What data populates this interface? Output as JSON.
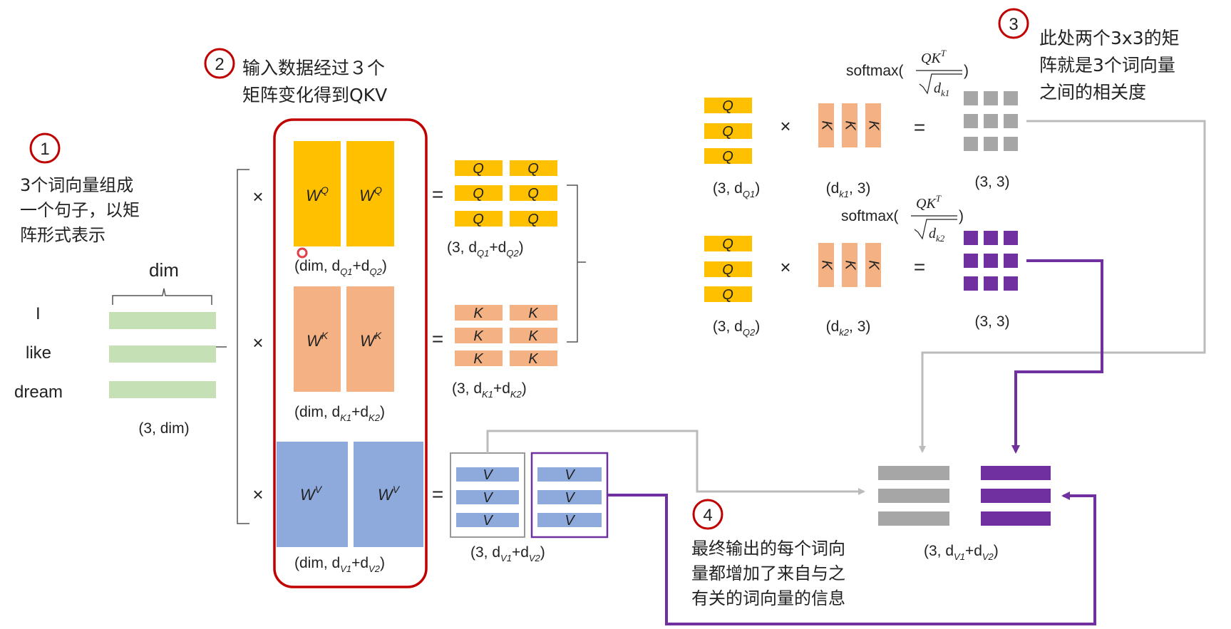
{
  "steps": {
    "s1": {
      "num": "1",
      "lines": [
        "3个词向量组成",
        "一个句子，以矩",
        "阵形式表示"
      ]
    },
    "s2": {
      "num": "2",
      "lines": [
        "输入数据经过３个",
        "矩阵变化得到QKV"
      ]
    },
    "s3": {
      "num": "3",
      "lines": [
        "此处两个3x3的矩",
        "阵就是3个词向量",
        "之间的相关度"
      ]
    },
    "s4": {
      "num": "4",
      "lines": [
        "最终输出的每个词向",
        "量都增加了来自与之",
        "有关的词向量的信息"
      ]
    }
  },
  "input": {
    "dim_label": "dim",
    "words": [
      "I",
      "like",
      "dream"
    ],
    "shape": "(3, dim)"
  },
  "weights": {
    "q": {
      "label": "W",
      "sup": "Q",
      "shape_prefix": "(dim, d",
      "s1": "Q1",
      "mid": "+d",
      "s2": "Q2",
      "end": ")"
    },
    "k": {
      "label": "W",
      "sup": "K",
      "shape_prefix": "(dim, d",
      "s1": "K1",
      "mid": "+d",
      "s2": "K2",
      "end": ")"
    },
    "v": {
      "label": "W",
      "sup": "V",
      "shape_prefix": "(dim, d",
      "s1": "V1",
      "mid": "+d",
      "s2": "V2",
      "end": ")"
    }
  },
  "outputs": {
    "q": {
      "cell": "Q",
      "shape_prefix": "(3, d",
      "s1": "Q1",
      "mid": "+d",
      "s2": "Q2",
      "end": ")"
    },
    "k": {
      "cell": "K",
      "shape_prefix": "(3, d",
      "s1": "K1",
      "mid": "+d",
      "s2": "K2",
      "end": ")"
    },
    "v": {
      "cell": "V",
      "shape_prefix": "(3, d",
      "s1": "V1",
      "mid": "+d",
      "s2": "V2",
      "end": ")"
    }
  },
  "symbols": {
    "times": "×",
    "equals": "="
  },
  "attention": {
    "head1": {
      "softmax": "softmax(",
      "num": "QK",
      "t": "T",
      "den": "d",
      "den_sub": "k1",
      "close": ")",
      "q_cell": "Q",
      "k_cell": "K",
      "q_shape": {
        "prefix": "(3, d",
        "sub": "Q1",
        "end": ")"
      },
      "k_shape": {
        "prefix": "(d",
        "sub": "k1",
        "end": ", 3)"
      },
      "out_shape": "(3, 3)"
    },
    "head2": {
      "softmax": "softmax(",
      "num": "QK",
      "t": "T",
      "den": "d",
      "den_sub": "k2",
      "close": ")",
      "q_cell": "Q",
      "k_cell": "K",
      "q_shape": {
        "prefix": "(3, d",
        "sub": "Q2",
        "end": ")"
      },
      "k_shape": {
        "prefix": "(d",
        "sub": "k2",
        "end": ", 3)"
      },
      "out_shape": "(3, 3)"
    }
  },
  "final": {
    "shape_prefix": "(3, d",
    "s1": "V1",
    "mid": "+d",
    "s2": "V2",
    "end": ")"
  },
  "colors": {
    "gold": "#FFC000",
    "salmon": "#F4B183",
    "blue": "#8EA9DB",
    "green": "#C5E0B4",
    "gray": "#A6A6A6",
    "purple": "#7030A0",
    "red": "#C00000",
    "arrow_gray": "#BBBBBB"
  }
}
